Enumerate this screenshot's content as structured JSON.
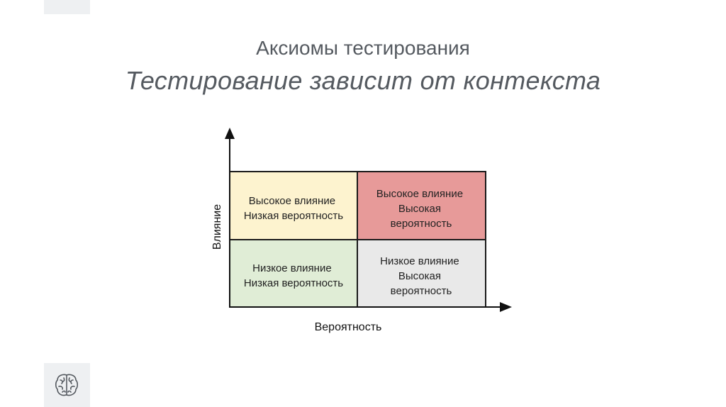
{
  "slide": {
    "title": "Аксиомы тестирования",
    "subtitle": "Тестирование зависит от контекста"
  },
  "matrix": {
    "y_axis_label": "Влияние",
    "x_axis_label": "Вероятность",
    "quadrants": [
      {
        "id": "top-left",
        "lines": [
          "Высокое влияние",
          "Низкая вероятность"
        ],
        "color": "#fdf3cf"
      },
      {
        "id": "top-right",
        "lines": [
          "Высокое влияние",
          "Высокая",
          "вероятность"
        ],
        "color": "#e79a99"
      },
      {
        "id": "bottom-left",
        "lines": [
          "Низкое влияние",
          "Низкая вероятность"
        ],
        "color": "#e0edd6"
      },
      {
        "id": "bottom-right",
        "lines": [
          "Низкое влияние",
          "Высокая",
          "вероятность"
        ],
        "color": "#e9e9e9"
      }
    ]
  },
  "icons": {
    "badge": "brain-icon"
  }
}
